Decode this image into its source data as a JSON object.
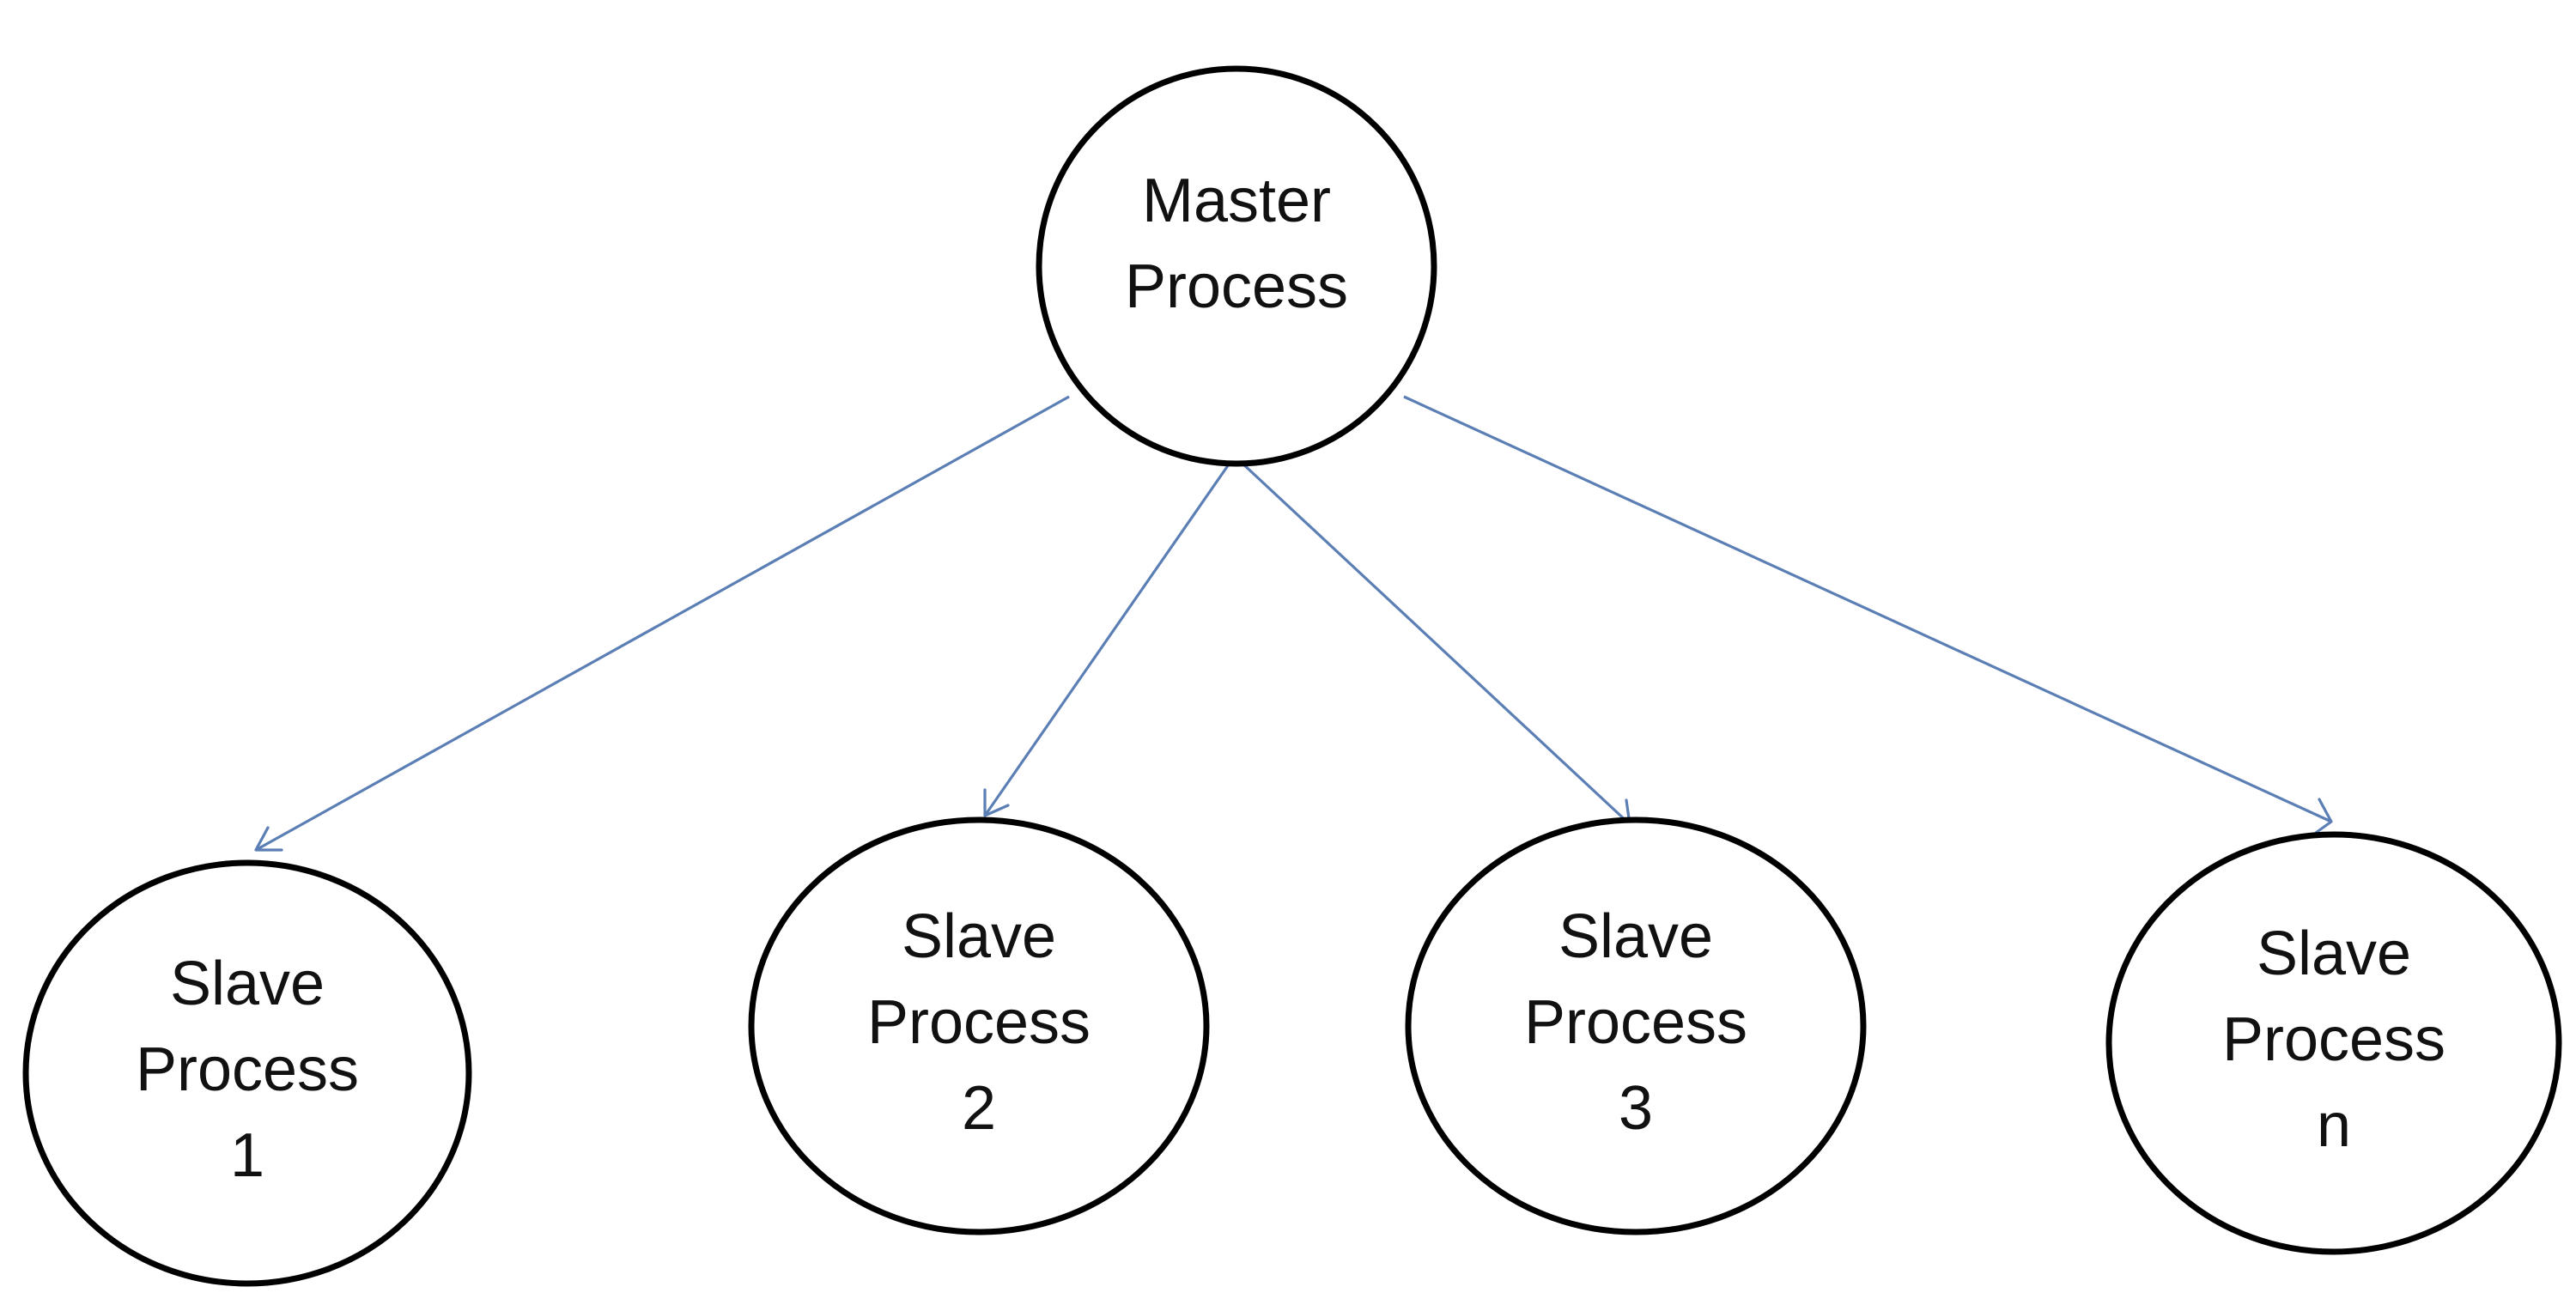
{
  "diagram": {
    "colors": {
      "node_stroke": "#000000",
      "node_fill": "#ffffff",
      "edge": "#5b7fb5",
      "text": "#111111"
    },
    "master": {
      "line1": "Master",
      "line2": "Process"
    },
    "slaves": [
      {
        "line1": "Slave",
        "line2": "Process",
        "line3": "1"
      },
      {
        "line1": "Slave",
        "line2": "Process",
        "line3": "2"
      },
      {
        "line1": "Slave",
        "line2": "Process",
        "line3": "3"
      },
      {
        "line1": "Slave",
        "line2": "Process",
        "line3": "n"
      }
    ],
    "edges": [
      {
        "from": "master",
        "to": "slave-1"
      },
      {
        "from": "master",
        "to": "slave-2"
      },
      {
        "from": "master",
        "to": "slave-3"
      },
      {
        "from": "master",
        "to": "slave-n"
      }
    ]
  }
}
